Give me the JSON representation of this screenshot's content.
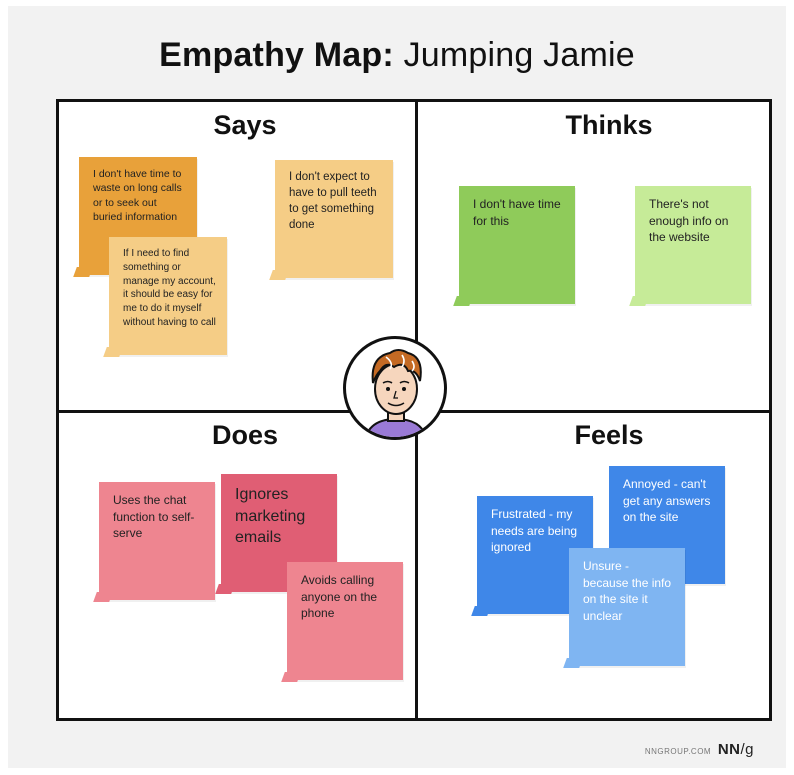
{
  "title": {
    "bold": "Empathy Map:",
    "light": "Jumping Jamie"
  },
  "quadrants": {
    "says": {
      "label": "Says",
      "notes": [
        "I don't have time to waste on long calls or to seek out buried information",
        "If I need to find something or manage my account, it should be easy for me to do it myself without having to call",
        "I don't expect to have to pull teeth to get something done"
      ]
    },
    "thinks": {
      "label": "Thinks",
      "notes": [
        "I don't have time for this",
        "There's not enough info on the website"
      ]
    },
    "does": {
      "label": "Does",
      "notes": [
        "Uses the chat function to self-serve",
        "Ignores marketing emails",
        "Avoids calling anyone on the phone"
      ]
    },
    "feels": {
      "label": "Feels",
      "notes": [
        "Frustrated - my needs are being ignored",
        "Annoyed - can't get any answers on the site",
        "Unsure - because the info on the site it unclear"
      ]
    }
  },
  "footer": {
    "site": "NNGROUP.COM",
    "logo_nn": "NN",
    "logo_g": "/g"
  },
  "colors": {
    "says_dark": "#e8a13a",
    "says_light": "#f5cd86",
    "thinks_dark": "#8fcb5a",
    "thinks_light": "#c6eb98",
    "does_pink": "#ee8590",
    "does_red": "#e05e74",
    "feels_blue": "#3f87e8",
    "feels_light": "#7fb5f2"
  },
  "icons": {
    "avatar": "persona-avatar-icon"
  }
}
